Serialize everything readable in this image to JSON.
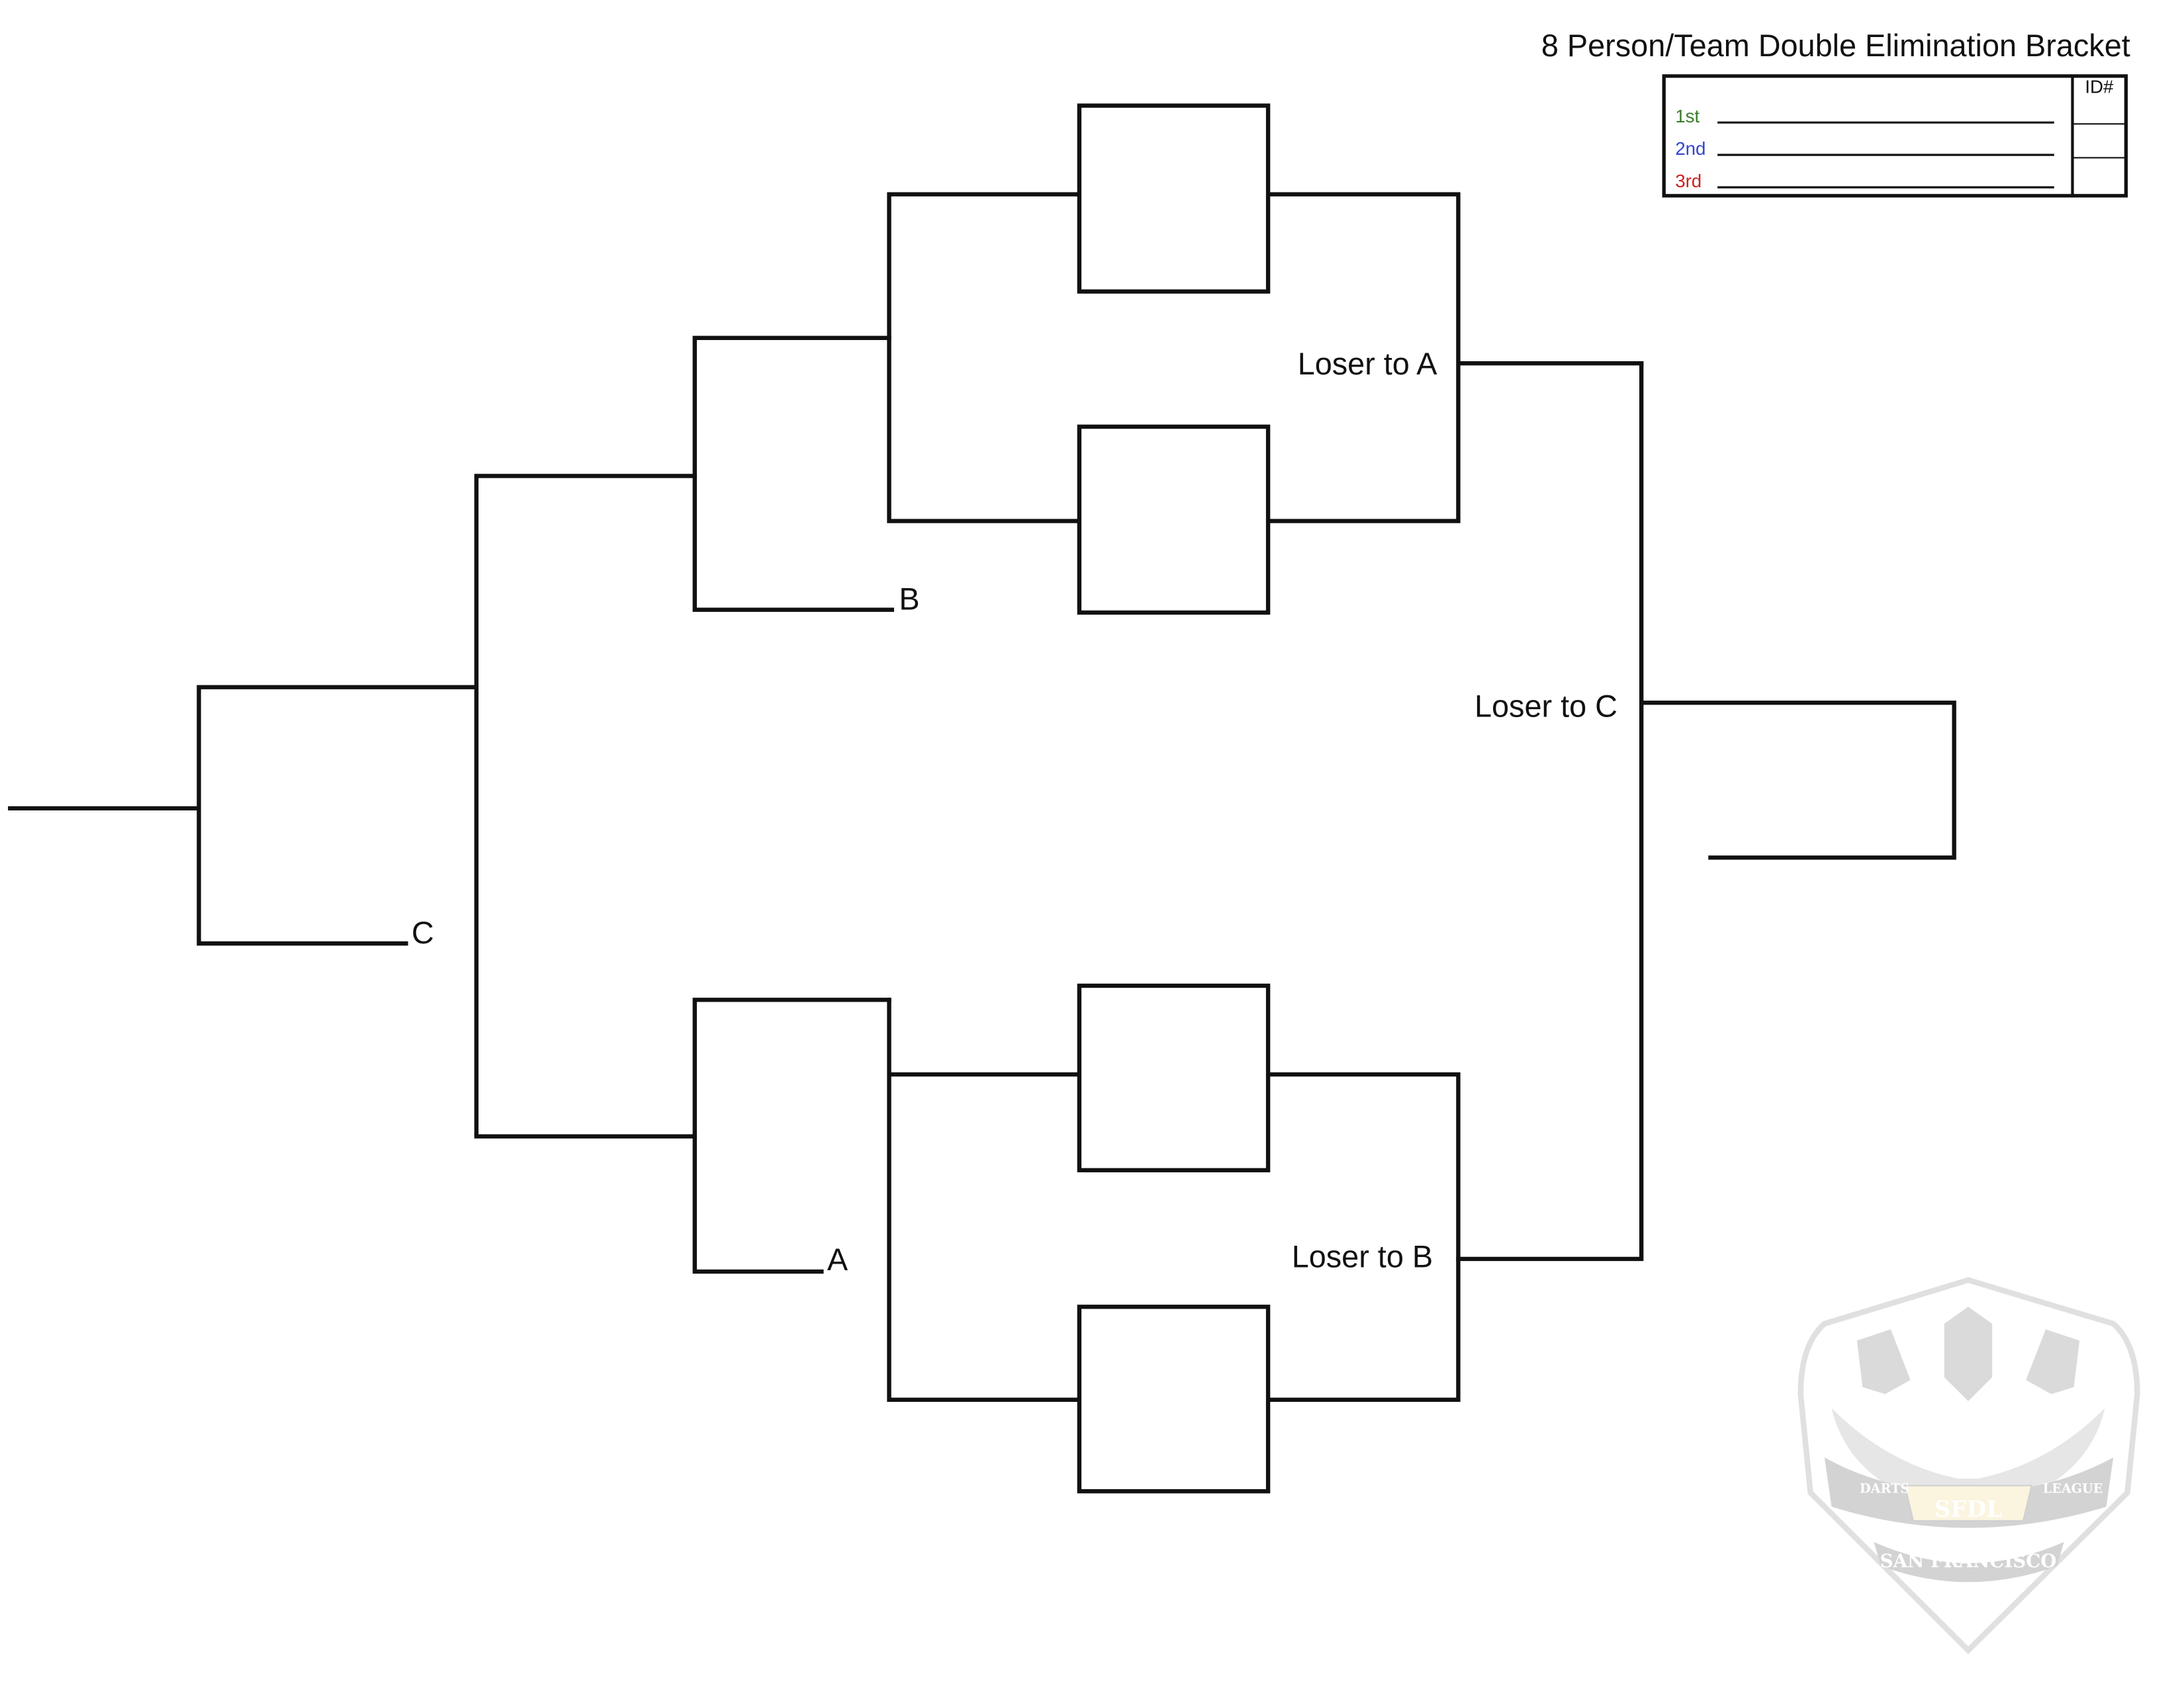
{
  "title": "8 Person/Team Double Elimination Bracket",
  "results_table": {
    "id_header": "ID#",
    "places": [
      {
        "label": "1st",
        "color": "#3a7d2a"
      },
      {
        "label": "2nd",
        "color": "#3344cc"
      },
      {
        "label": "3rd",
        "color": "#cc2222"
      }
    ]
  },
  "bracket_labels": {
    "loser_to_a": "Loser to A",
    "loser_to_b": "Loser to B",
    "loser_to_c": "Loser to C",
    "slot_a": "A",
    "slot_b": "B",
    "slot_c": "C"
  },
  "logo": {
    "text_top_left": "DARTS",
    "text_top_right": "LEAGUE",
    "text_center": "SFDL",
    "text_bottom": "SAN FRANCISCO"
  }
}
